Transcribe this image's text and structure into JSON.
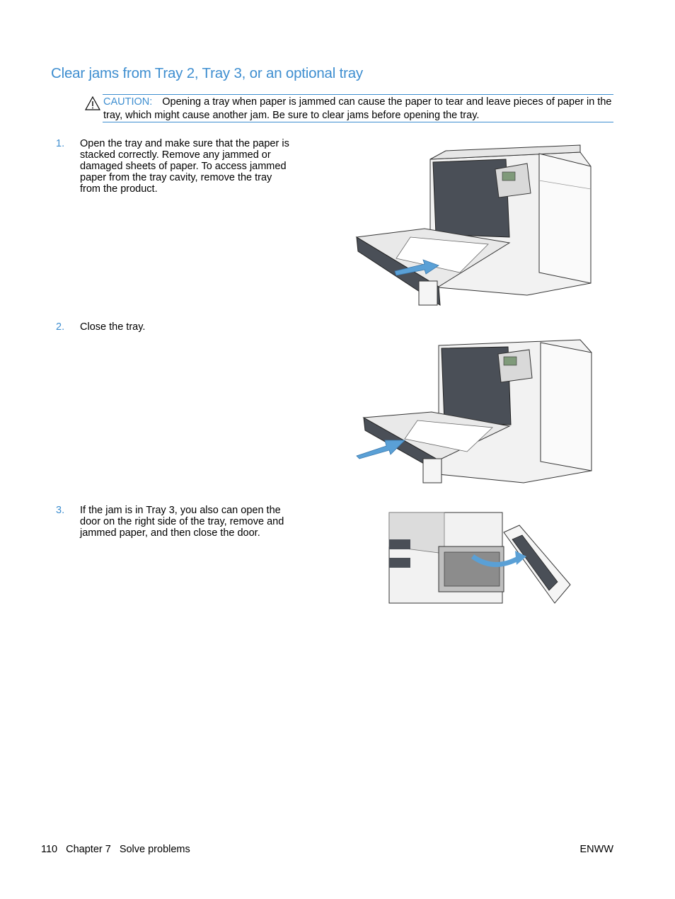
{
  "title": "Clear jams from Tray 2, Tray 3, or an optional tray",
  "caution": {
    "label": "CAUTION:",
    "text": "Opening a tray when paper is jammed can cause the paper to tear and leave pieces of paper in the tray, which might cause another jam. Be sure to clear jams before opening the tray."
  },
  "steps": [
    {
      "number": "1.",
      "lines": [
        "Open the tray and make sure that the paper is",
        "stacked correctly. Remove any jammed or",
        "damaged sheets of paper. To access jammed",
        "paper from the tray cavity, remove the tray",
        "from the product."
      ]
    },
    {
      "number": "2.",
      "lines": [
        "Close the tray."
      ]
    },
    {
      "number": "3.",
      "lines": [
        "If the jam is in Tray 3, you also can open the",
        "door on the right side of the tray, remove and",
        "jammed paper, and then close the door."
      ]
    }
  ],
  "footer": {
    "page_number": "110",
    "chapter": "Chapter 7",
    "section": "Solve problems",
    "right": "ENWW"
  },
  "colors": {
    "accent": "#3e8ed0",
    "arrow": "#5aa0d6",
    "printer_dark": "#4a4f57"
  }
}
